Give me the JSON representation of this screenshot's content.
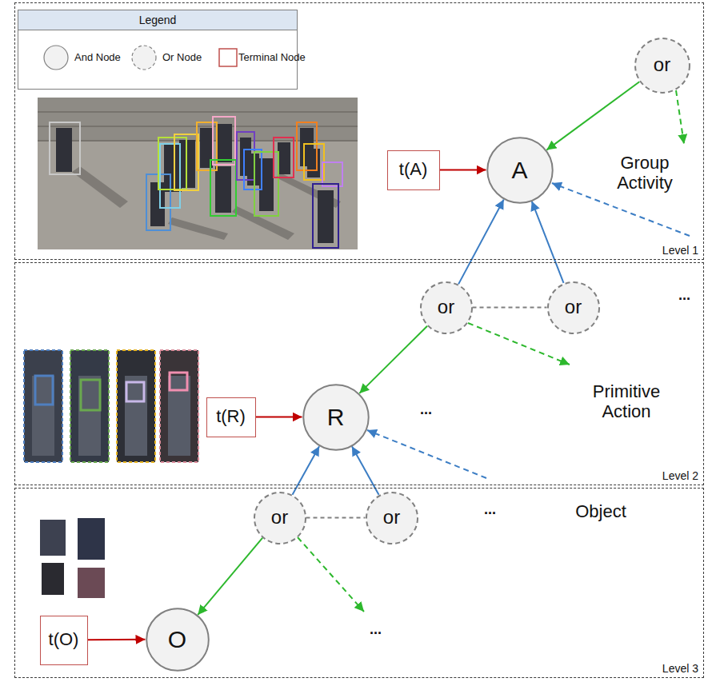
{
  "diagram": {
    "nodes": [
      {
        "text": [
          "Group Activity",
          "Level 1"
        ]
      },
      {
        "text": [
          "or"
        ],
        "in": 0
      },
      {
        "text": [
          "t(A)"
        ],
        "in": 0
      },
      {
        "text": [
          "A"
        ],
        "in": 0
      },
      {
        "text": [
          "Primitive Action",
          "Level 2"
        ]
      },
      {
        "text": [
          "or"
        ],
        "in": 4
      },
      {
        "text": [
          "or"
        ],
        "in": 4
      },
      {
        "text": [
          "t(R)"
        ],
        "in": 4
      },
      {
        "text": [
          "R"
        ],
        "in": 4
      },
      {
        "text": [
          "Object",
          "Level 3"
        ]
      },
      {
        "text": [
          "or"
        ],
        "in": 9
      },
      {
        "text": [
          "or"
        ],
        "in": 9
      },
      {
        "text": [
          "t(O)"
        ],
        "in": 9
      },
      {
        "text": [
          "O"
        ],
        "in": 9
      }
    ],
    "edges": [
      {
        "from": 1,
        "to": 3,
        "arrow": "to"
      },
      {
        "from": 2,
        "to": 3,
        "arrow": "to"
      },
      {
        "from": 5,
        "to": 3,
        "arrow": "to"
      },
      {
        "from": 6,
        "to": 3,
        "arrow": "to"
      },
      {
        "from": 5,
        "to": 6,
        "arrow": "none"
      },
      {
        "from": 5,
        "to": 8,
        "arrow": "to"
      },
      {
        "from": 7,
        "to": 8,
        "arrow": "to"
      },
      {
        "from": 10,
        "to": 8,
        "arrow": "to"
      },
      {
        "from": 11,
        "to": 8,
        "arrow": "to"
      },
      {
        "from": 10,
        "to": 11,
        "arrow": "none"
      },
      {
        "from": 10,
        "to": 13,
        "arrow": "to"
      },
      {
        "from": 12,
        "to": 13,
        "arrow": "to"
      }
    ],
    "labels": [
      "Legend",
      "...",
      "...",
      "...",
      "..."
    ],
    "legend": [
      {
        "text": "And Node"
      },
      {
        "text": "Or Node"
      },
      {
        "text": "Terminal Node"
      }
    ]
  }
}
